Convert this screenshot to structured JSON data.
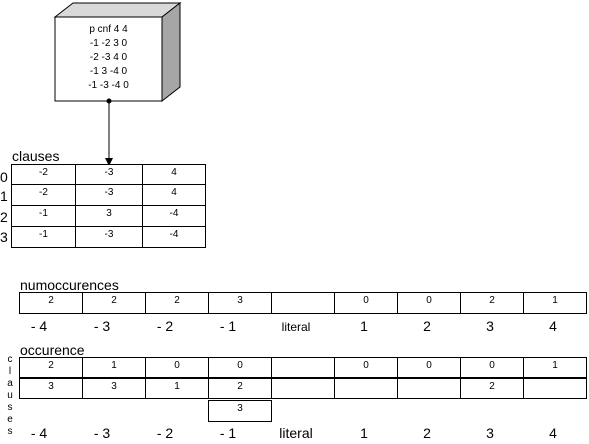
{
  "cnf_box": {
    "lines": [
      "p cnf  4 4",
      "-1 -2 3 0",
      "-2 -3 4 0",
      "-1 3 -4 0",
      "-1 -3 -4 0"
    ]
  },
  "clauses": {
    "title": "clauses",
    "row_indices": [
      "0",
      "1",
      "2",
      "3"
    ],
    "rows": [
      [
        "-2",
        "-3",
        "4"
      ],
      [
        "-2",
        "-3",
        "4"
      ],
      [
        "-1",
        "3",
        "-4"
      ],
      [
        "-1",
        "-3",
        "-4"
      ]
    ]
  },
  "numoccurences": {
    "title": "numoccurences",
    "cells": [
      "2",
      "2",
      "2",
      "3",
      "",
      "0",
      "0",
      "2",
      "1"
    ],
    "axis_labels": [
      "- 4",
      "- 3",
      "- 2",
      "- 1",
      "literal",
      "1",
      "2",
      "3",
      "4"
    ]
  },
  "occurence": {
    "title": "occurence",
    "side_label": [
      "c",
      "l",
      "a",
      "u",
      "s",
      "e",
      "s"
    ],
    "row1": [
      "2",
      "1",
      "0",
      "0",
      "",
      "0",
      "0",
      "0",
      "1"
    ],
    "row2": [
      "3",
      "3",
      "1",
      "2",
      "",
      "",
      "",
      "2",
      ""
    ],
    "row3_value": "3",
    "axis_labels": [
      "- 4",
      "- 3",
      "- 2",
      "- 1",
      "literal",
      "1",
      "2",
      "3",
      "4"
    ]
  }
}
